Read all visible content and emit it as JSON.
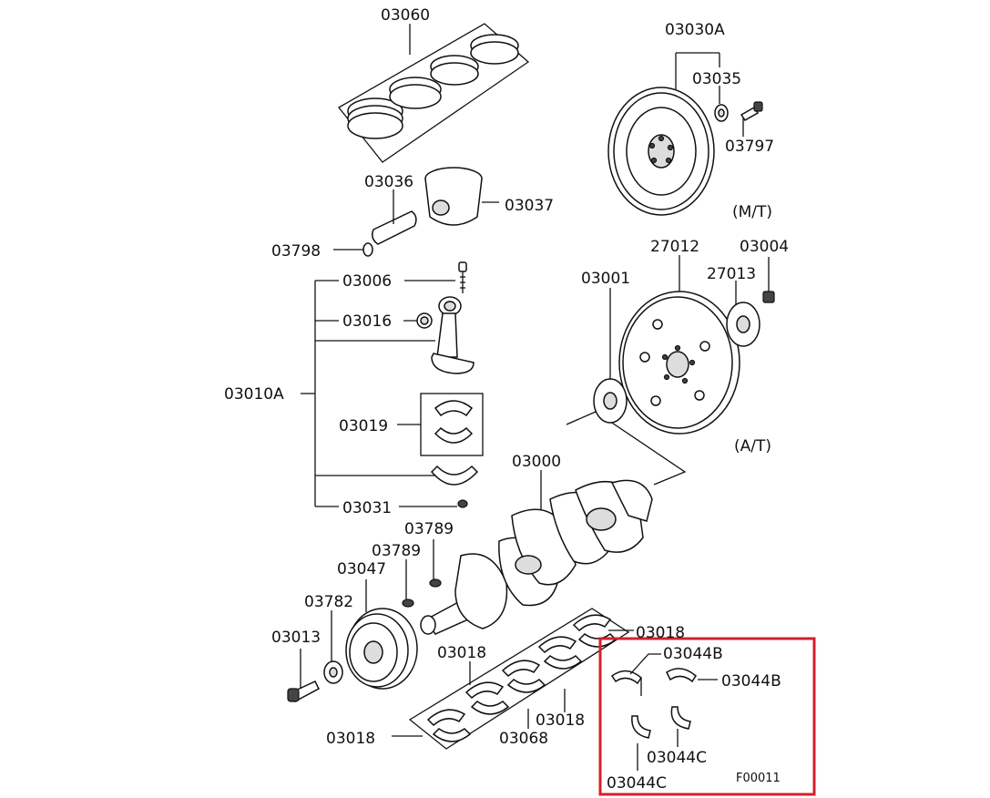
{
  "diagram": {
    "callouts": {
      "p03060": "03060",
      "p03036": "03036",
      "p03037": "03037",
      "p03798": "03798",
      "p03006": "03006",
      "p03016": "03016",
      "p03010A": "03010A",
      "p03019": "03019",
      "p03031": "03031",
      "p03000": "03000",
      "p03789a": "03789",
      "p03789b": "03789",
      "p03047": "03047",
      "p03782": "03782",
      "p03013": "03013",
      "p03018a": "03018",
      "p03018b": "03018",
      "p03018c": "03018",
      "p03018d": "03018",
      "p03068": "03068",
      "p03030A": "03030A",
      "p03035": "03035",
      "p03797": "03797",
      "mt": "(M/T)",
      "p27012": "27012",
      "p03004": "03004",
      "p03001": "03001",
      "p27013": "27013",
      "at": "(A/T)",
      "p03044B_a": "03044B",
      "p03044B_b": "03044B",
      "p03044C_a": "03044C",
      "p03044C_b": "03044C"
    },
    "figure_id": "F00011",
    "highlight_color": "#d3202a"
  }
}
